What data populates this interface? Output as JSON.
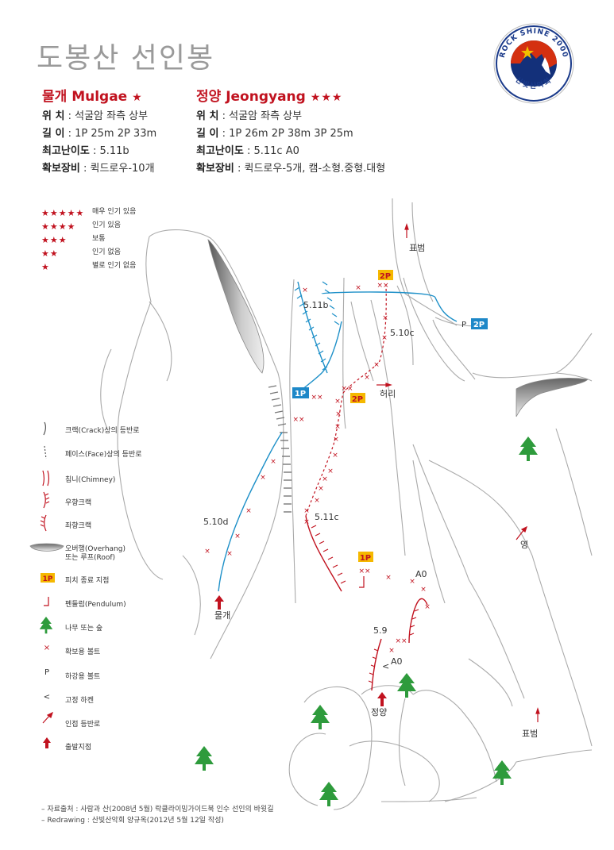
{
  "page_title": "도봉산 선인봉",
  "logo": {
    "ring_text": "ROCK SHINE 2000",
    "bottom_text": "산빛산악회",
    "colors": {
      "ring": "#1a3a8a",
      "sun": "#e63a1f",
      "sky": "#d43010",
      "ground": "#13307a"
    }
  },
  "routes": {
    "mulgae": {
      "name": "물개 Mulgae",
      "stars": "★",
      "rows": [
        {
          "label": "위  치",
          "value": "석굴암 좌측 상부"
        },
        {
          "label": "길  이",
          "value": "1P 25m  2P 33m"
        },
        {
          "label": "최고난이도",
          "value": "5.11b"
        },
        {
          "label": "확보장비",
          "value": "퀵드로우-10개"
        }
      ]
    },
    "jeongyang": {
      "name": "정양 Jeongyang",
      "stars": "★★★",
      "rows": [
        {
          "label": "위  치",
          "value": "석굴암 좌측 상부"
        },
        {
          "label": "길  이",
          "value": "1P 26m  2P 38m  3P 25m"
        },
        {
          "label": "최고난이도",
          "value": "5.11c  A0"
        },
        {
          "label": "확보장비",
          "value": "퀵드로우-5개, 캠-소형.중형.대형"
        }
      ]
    }
  },
  "rating_legend": [
    {
      "stars": "★★★★★",
      "text": "매우 인기 있음"
    },
    {
      "stars": "★★★★",
      "text": "인기 있음"
    },
    {
      "stars": "★★★",
      "text": "보통"
    },
    {
      "stars": "★★",
      "text": "인기 없음"
    },
    {
      "stars": "★",
      "text": "별로 인기 없음"
    }
  ],
  "symbol_legend": [
    {
      "icon": "crack-line-icon",
      "text": "크랙(Crack)상의 등반로"
    },
    {
      "icon": "face-line-icon",
      "text": "페이스(Face)상의 등반로"
    },
    {
      "icon": "chimney-icon",
      "text": "침니(Chimney)"
    },
    {
      "icon": "right-crack-icon",
      "text": "우향크랙"
    },
    {
      "icon": "left-crack-icon",
      "text": "좌향크랙"
    },
    {
      "icon": "overhang-icon",
      "text": "오버행(Overhang)"
    },
    {
      "icon": "overhang-icon-line2",
      "text": "또는 루프(Roof)"
    },
    {
      "icon": "pitch-end-icon",
      "text": "피치 종료 지점"
    },
    {
      "icon": "pendulum-icon",
      "text": "펜듈럼(Pendulum)"
    },
    {
      "icon": "tree-icon",
      "text": "나무 또는 숲"
    },
    {
      "icon": "bolt-icon",
      "text": "확보용 볼트"
    },
    {
      "icon": "rappel-bolt-icon",
      "text": "하강용 볼트"
    },
    {
      "icon": "fixed-piton-icon",
      "text": "고정 하켄"
    },
    {
      "icon": "approach-icon",
      "text": "인접 등반로"
    },
    {
      "icon": "start-icon",
      "text": "출발지점"
    }
  ],
  "legend_glyphs": {
    "pitch": "1P",
    "rappel": "P",
    "piton": "<"
  },
  "topo_labels": {
    "pyobeom_top": "표범",
    "pyobeom_bottom": "표범",
    "yeong": "영",
    "heori": "허리",
    "mulgae": "물개",
    "jeongyang": "정양",
    "g511b": "5.11b",
    "g510c": "5.10c",
    "g510d": "5.10d",
    "g511c": "5.11c",
    "g59": "5.9",
    "a0_upper": "A0",
    "a0_lower": "A0",
    "p_1p_blue": "1P",
    "p_2p_blue": "2P",
    "p_2p_top": "2P",
    "p_2p_mid": "2P",
    "p_1p_red": "1P",
    "rappel_p": "P",
    "piton": "<"
  },
  "credits": {
    "source": "– 자료출처 : 사람과 산(2008년 5월) 락클라이밍가이드북 인수 선인의 바윗길",
    "redrawing": "– Redrawing : 산빛산악회 양규옥(2012년 5월 12일 작성)"
  },
  "colors": {
    "red": "#c1121f",
    "blue": "#1e90c8",
    "pitch_bg": "#f5b800",
    "blue_bg": "#1e88c8",
    "tree": "#2e9b3c"
  }
}
